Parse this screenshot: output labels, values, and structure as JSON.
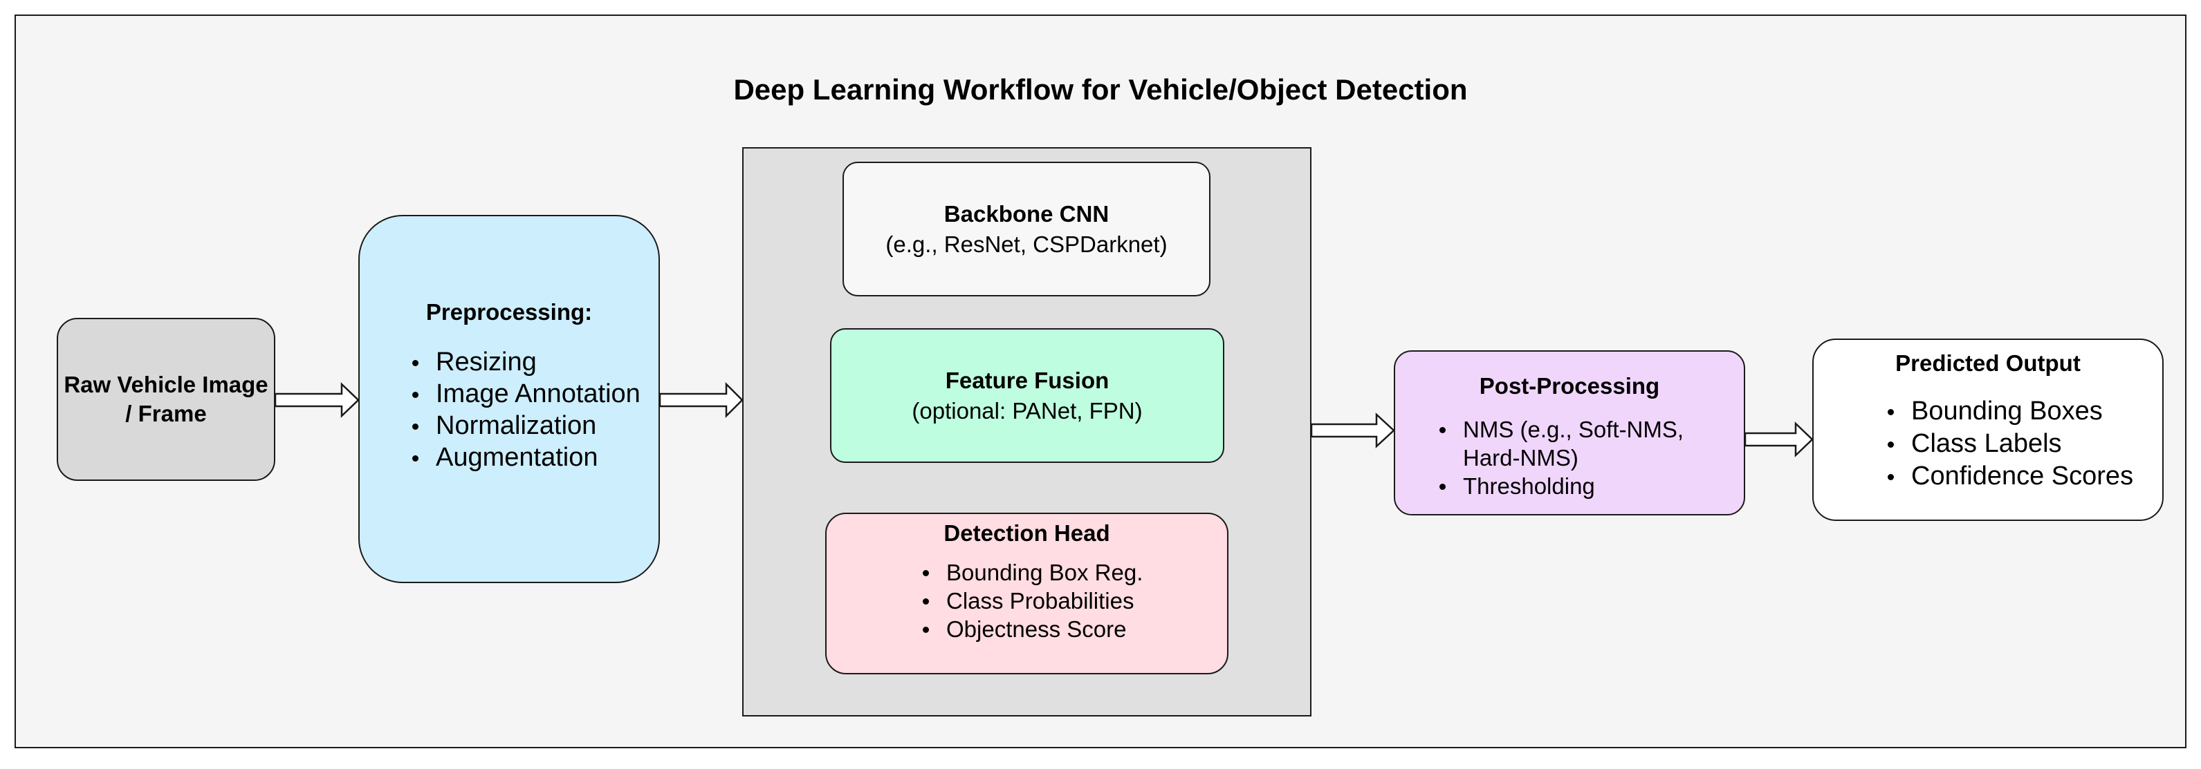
{
  "title": "Deep Learning Workflow for Vehicle/Object Detection",
  "colors": {
    "background": "#f5f5f5",
    "raw_fill": "#d9d9d9",
    "preprocessing_fill": "#cdeefc",
    "model_group_fill": "#e0e0e0",
    "backbone_fill": "#f7f7f7",
    "fusion_fill": "#bffde0",
    "head_fill": "#ffdde2",
    "post_fill": "#f1d6fc",
    "output_fill": "#ffffff"
  },
  "nodes": {
    "raw": {
      "title_line1": "Raw Vehicle Image",
      "title_line2": "/ Frame"
    },
    "preprocessing": {
      "title": "Preprocessing:",
      "items": [
        "Resizing",
        "Image Annotation",
        "Normalization",
        "Augmentation"
      ]
    },
    "backbone": {
      "title": "Backbone CNN",
      "subtitle": "(e.g., ResNet, CSPDarknet)"
    },
    "fusion": {
      "title": "Feature Fusion",
      "subtitle": "(optional: PANet, FPN)"
    },
    "head": {
      "title": "Detection Head",
      "items": [
        "Bounding Box Reg.",
        "Class Probabilities",
        "Objectness Score"
      ]
    },
    "post": {
      "title": "Post-Processing",
      "items": [
        "NMS (e.g., Soft-NMS,",
        "Thresholding"
      ],
      "item0_cont": "Hard-NMS)"
    },
    "output": {
      "title": "Predicted Output",
      "items": [
        "Bounding Boxes",
        "Class Labels",
        "Confidence Scores"
      ]
    }
  }
}
